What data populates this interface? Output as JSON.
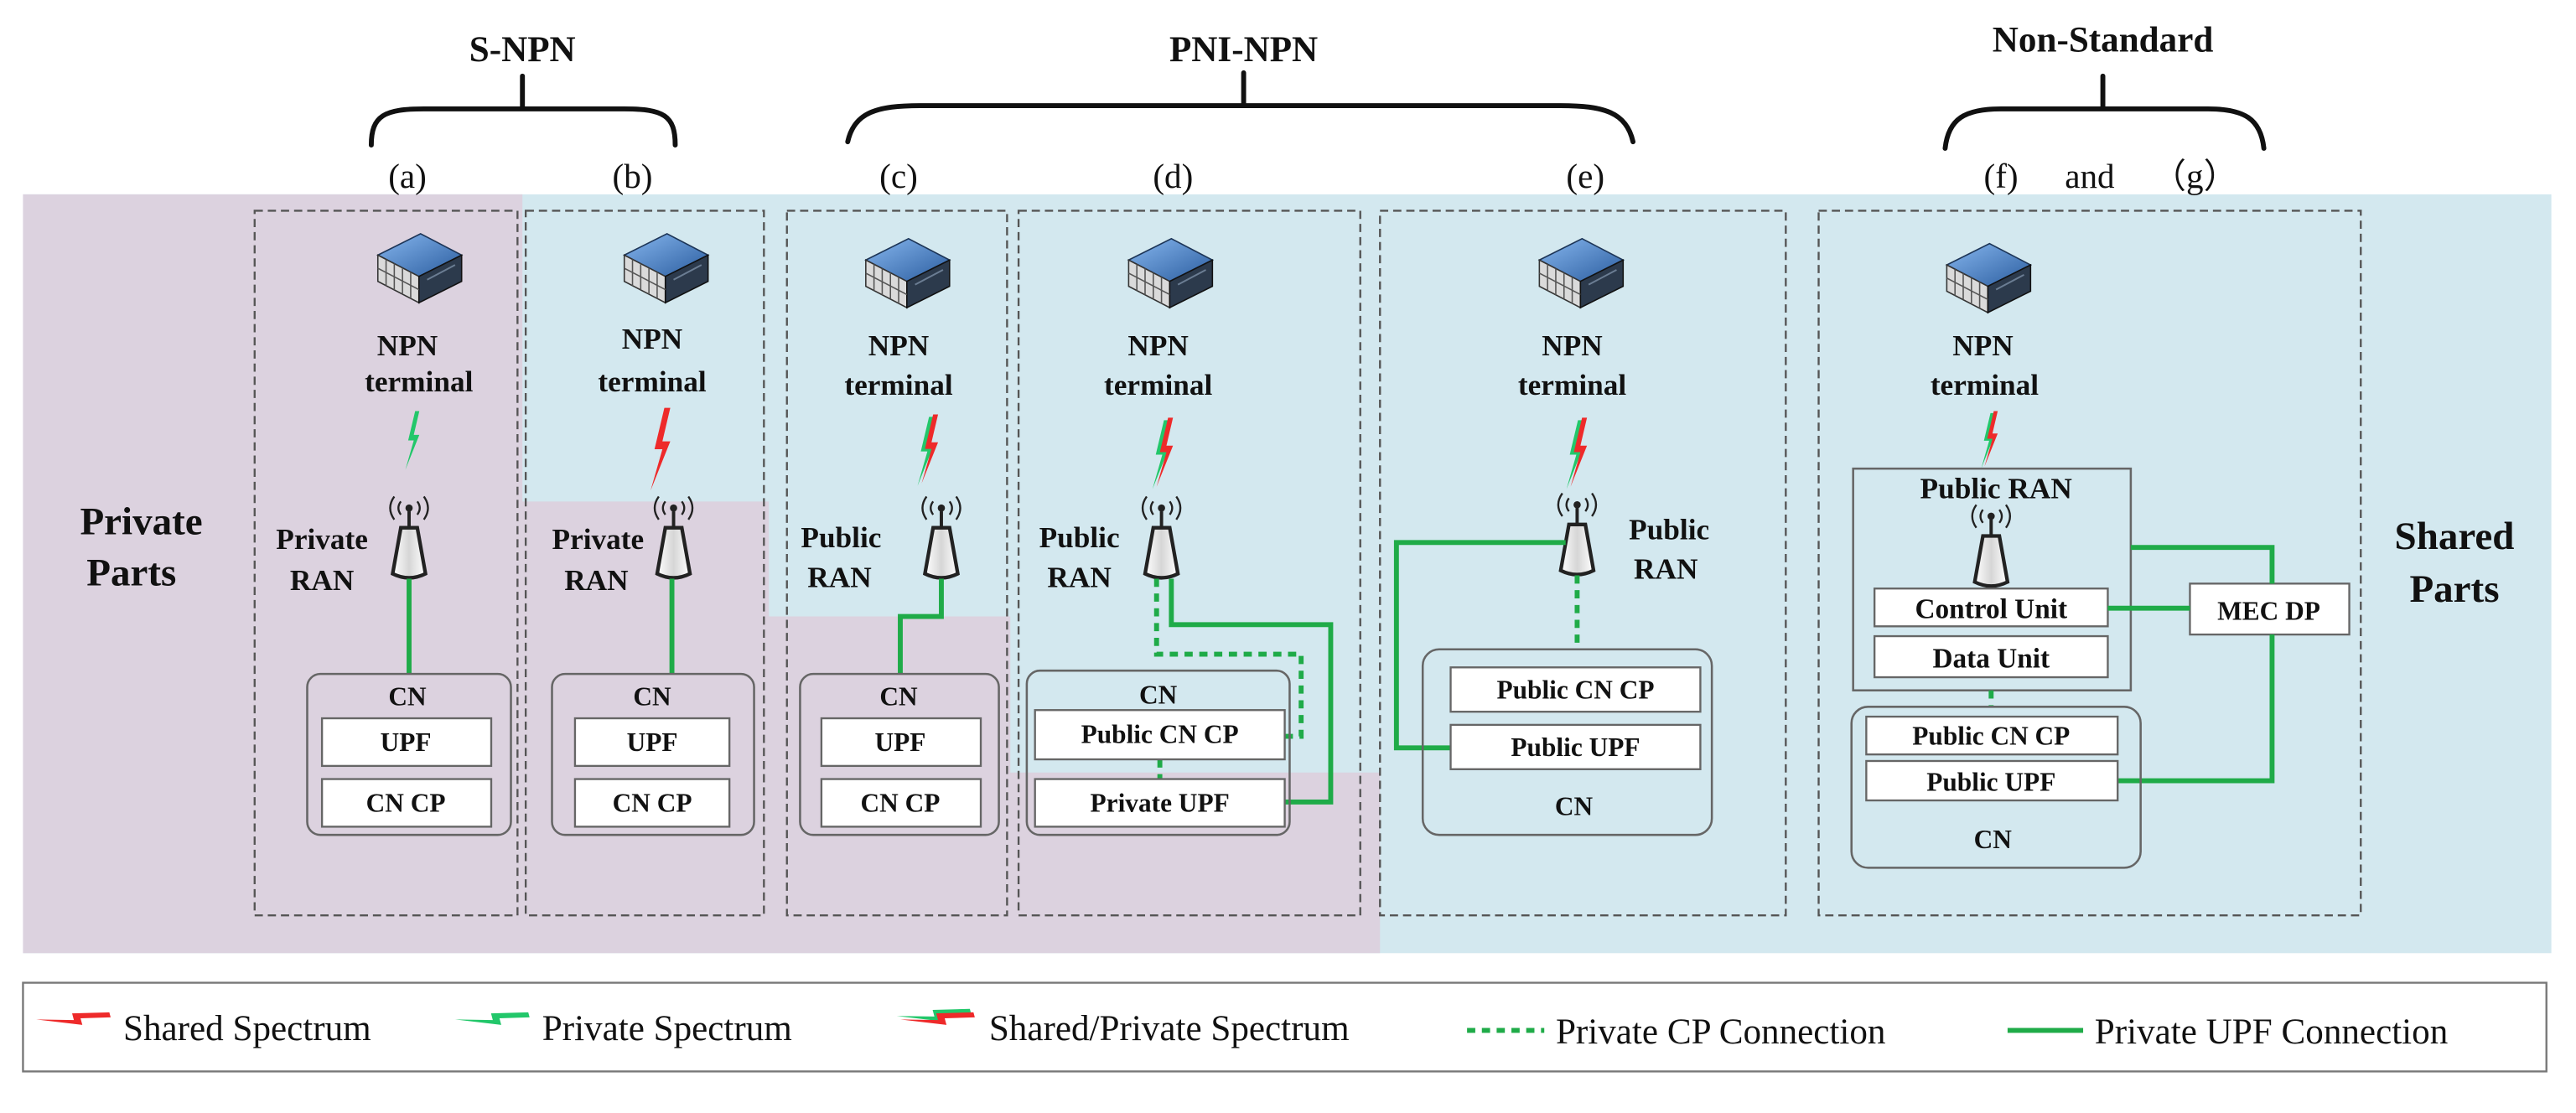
{
  "headers": {
    "s_npn": "S-NPN",
    "pni_npn": "PNI-NPN",
    "non_standard": "Non-Standard"
  },
  "tags": {
    "a": "(a)",
    "b": "(b)",
    "c": "(c)",
    "d": "(d)",
    "e": "(e)",
    "f": "(f)",
    "and": "and",
    "g": "（g）"
  },
  "side": {
    "private": [
      "Private",
      "Parts"
    ],
    "shared": [
      "Shared",
      "Parts"
    ]
  },
  "columns": {
    "a": {
      "terminal": [
        "NPN",
        "terminal"
      ],
      "ran": [
        "Private",
        "RAN"
      ],
      "cn": {
        "label": "CN",
        "boxes": [
          "UPF",
          "CN CP"
        ]
      }
    },
    "b": {
      "terminal": [
        "NPN",
        "terminal"
      ],
      "ran": [
        "Private",
        "RAN"
      ],
      "cn": {
        "label": "CN",
        "boxes": [
          "UPF",
          "CN CP"
        ]
      }
    },
    "c": {
      "terminal": [
        "NPN",
        "terminal"
      ],
      "ran": [
        "Public",
        "RAN"
      ],
      "cn": {
        "label": "CN",
        "boxes": [
          "UPF",
          "CN CP"
        ]
      }
    },
    "d": {
      "terminal": [
        "NPN",
        "terminal"
      ],
      "ran": [
        "Public",
        "RAN"
      ],
      "cn": {
        "label": "CN",
        "boxes": [
          "Public CN CP",
          "Private UPF"
        ]
      }
    },
    "e": {
      "terminal": [
        "NPN",
        "terminal"
      ],
      "ran": [
        "Public",
        "RAN"
      ],
      "cn": {
        "label": "CN",
        "boxes": [
          "Public CN CP",
          "Public UPF"
        ]
      }
    },
    "fg": {
      "terminal": [
        "NPN",
        "terminal"
      ],
      "ran": {
        "label": "Public RAN",
        "units": [
          "Control Unit",
          "Data Unit"
        ]
      },
      "mec": "MEC DP",
      "cn": {
        "label": "CN",
        "boxes": [
          "Public CN CP",
          "Public UPF"
        ]
      }
    }
  },
  "legend": [
    {
      "label": "Shared Spectrum",
      "icon": "lightning-icon"
    },
    {
      "label": "Private Spectrum",
      "icon": "lightning-icon"
    },
    {
      "label": "Shared/Private Spectrum",
      "icon": "lightning-icon"
    },
    {
      "label": "Private CP Connection",
      "icon": "dashed-line"
    },
    {
      "label": "Private UPF Connection",
      "icon": "solid-line"
    }
  ],
  "colors": {
    "shared_spectrum": "#ee2a2a",
    "private_spectrum": "#22c76a",
    "connection": "#1fab48",
    "private_parts_bg": "#dcd2df",
    "shared_parts_bg": "#d3e8ef"
  },
  "icons": {
    "terminal": "server-icon",
    "ran": "antenna-tower-icon",
    "spectrum": "lightning-icon"
  }
}
